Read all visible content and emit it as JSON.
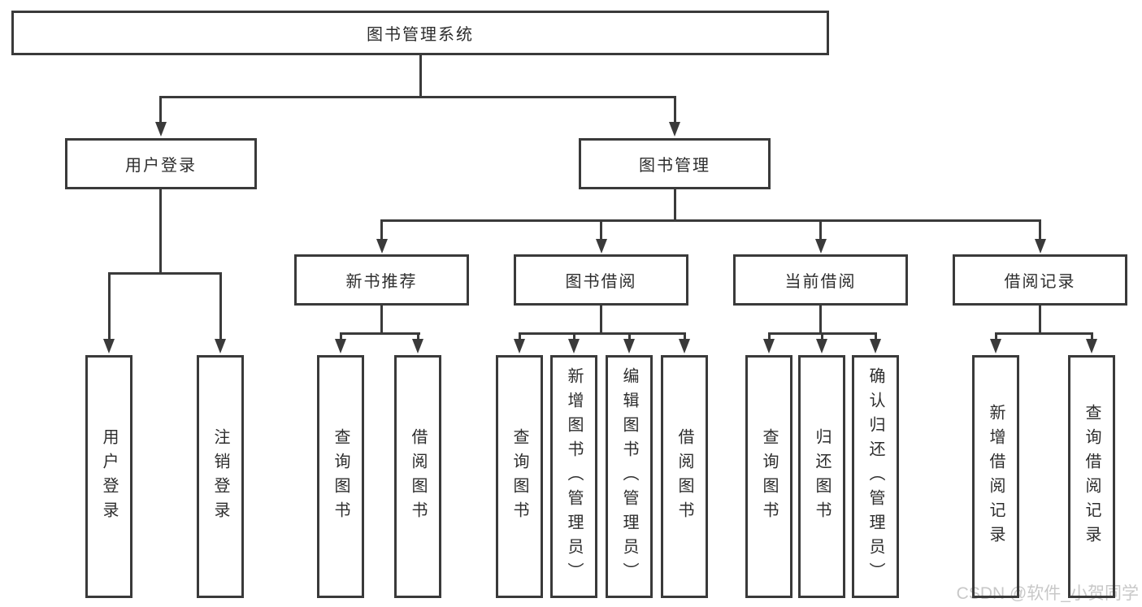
{
  "tree": {
    "root": {
      "label": "图书管理系统"
    },
    "branches": [
      {
        "label": "用户登录",
        "children": [
          "用户登录",
          "注销登录"
        ]
      },
      {
        "label": "图书管理",
        "groups": [
          {
            "label": "新书推荐",
            "children": [
              "查询图书",
              "借阅图书"
            ]
          },
          {
            "label": "图书借阅",
            "children": [
              "查询图书",
              "新增图书（管理员）",
              "编辑图书（管理员）",
              "借阅图书"
            ]
          },
          {
            "label": "当前借阅",
            "children": [
              "查询图书",
              "归还图书",
              "确认归还（管理员）"
            ]
          },
          {
            "label": "借阅记录",
            "children": [
              "新增借阅记录",
              "查询借阅记录"
            ]
          }
        ]
      }
    ]
  },
  "watermark": "CSDN @软件_小贺同学",
  "colors": {
    "line": "#3a3a3a",
    "text": "#2d2d2d",
    "watermark": "#c8c8c8",
    "background": "#ffffff"
  }
}
